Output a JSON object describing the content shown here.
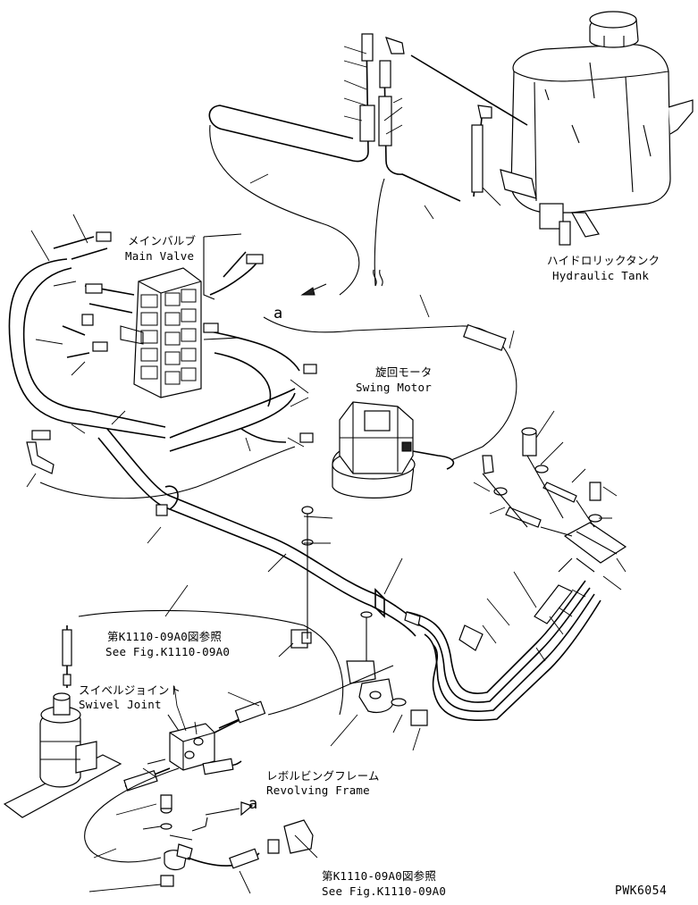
{
  "labels": {
    "main_valve_jp": "メインバルブ",
    "main_valve_en": "Main Valve",
    "hydraulic_tank_jp": "ハイドロリックタンク",
    "hydraulic_tank_en": "Hydraulic Tank",
    "swing_motor_jp": "旋回モータ",
    "swing_motor_en": "Swing Motor",
    "swivel_joint_jp": "スイベルジョイント",
    "swivel_joint_en": "Swivel Joint",
    "revolving_frame_jp": "レボルビングフレーム",
    "revolving_frame_en": "Revolving Frame",
    "ref_upper_jp": "第K1110-09A0図参照",
    "ref_upper_en": "See Fig.K1110-09A0",
    "ref_lower_jp": "第K1110-09A0図参照",
    "ref_lower_en": "See Fig.K1110-09A0",
    "marker_a_upper": "a",
    "marker_a_lower": "a",
    "drawing_code": "PWK6054"
  }
}
